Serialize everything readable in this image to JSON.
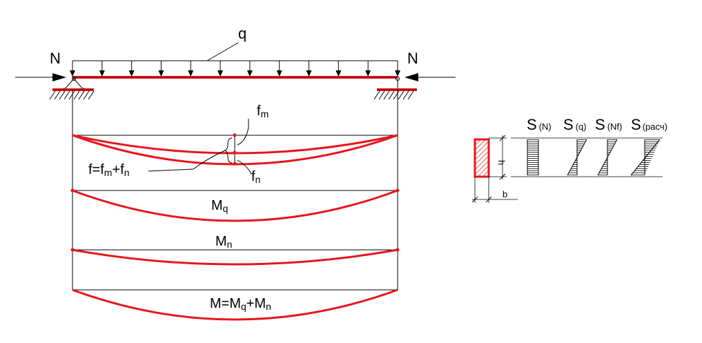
{
  "labels": {
    "q": "q",
    "N_left": "N",
    "N_right": "N",
    "fm_main": "f",
    "fm_sub": "m",
    "fn_main": "f",
    "fn_sub": "n",
    "f_eq_a": "f=f",
    "f_eq_sub_m": "m",
    "f_eq_b": "+f",
    "f_eq_sub_n": "n",
    "Mq_main": "M",
    "Mq_sub": "q",
    "Mn_main": "M",
    "Mn_sub": "n",
    "M_eq_a": "M=M",
    "M_eq_sub_q": "q",
    "M_eq_b": "+M",
    "M_eq_sub_n": "n",
    "h": "h",
    "b": "b"
  },
  "stress": [
    {
      "symbol": "S",
      "tag": "(N)"
    },
    {
      "symbol": "S",
      "tag": "(q)"
    },
    {
      "symbol": "S",
      "tag": "(Nf)"
    },
    {
      "symbol": "S",
      "tag": "(расч)"
    }
  ],
  "colors": {
    "accent": "#e8141c",
    "line": "#000000"
  }
}
